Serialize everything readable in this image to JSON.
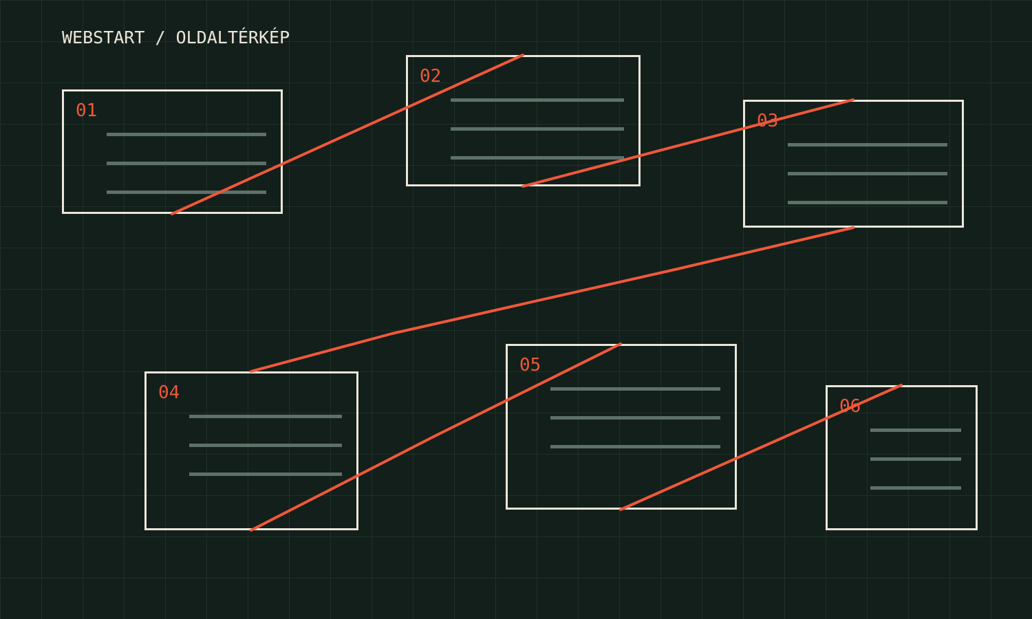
{
  "header": {
    "title": "WEBSTART / OLDALTÉRKÉP"
  },
  "colors": {
    "background": "#131f1a",
    "grid": "#1f3128",
    "frame": "#ece6da",
    "accent": "#f0583a",
    "text_line": "#5d7169"
  },
  "pages": [
    {
      "id": "01",
      "label": "01"
    },
    {
      "id": "02",
      "label": "02"
    },
    {
      "id": "03",
      "label": "03"
    },
    {
      "id": "04",
      "label": "04"
    },
    {
      "id": "05",
      "label": "05"
    },
    {
      "id": "06",
      "label": "06"
    }
  ],
  "links": [
    {
      "from": "01",
      "to": "02"
    },
    {
      "from": "02",
      "to": "03"
    },
    {
      "from": "03",
      "to": "04"
    },
    {
      "from": "04",
      "to": "05"
    },
    {
      "from": "05",
      "to": "06"
    }
  ]
}
